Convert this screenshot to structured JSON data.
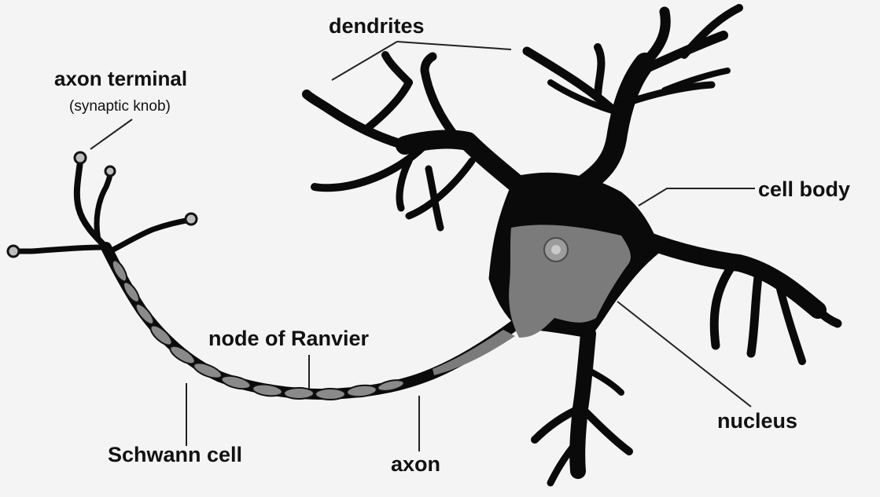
{
  "labels": {
    "dendrites": "dendrites",
    "axon_terminal": "axon terminal",
    "synaptic_knob": "(synaptic knob)",
    "cell_body": "cell body",
    "node_of_ranvier": "node of Ranvier",
    "nucleus": "nucleus",
    "schwann_cell": "Schwann cell",
    "axon": "axon"
  },
  "colors": {
    "background": "#f4f4f4",
    "neuron": "#0a0a0a",
    "cytoplasm": "#7b7b7b",
    "nucleus": "#9c9c9c",
    "myelin": "#8a8a8a",
    "label": "#111111"
  }
}
